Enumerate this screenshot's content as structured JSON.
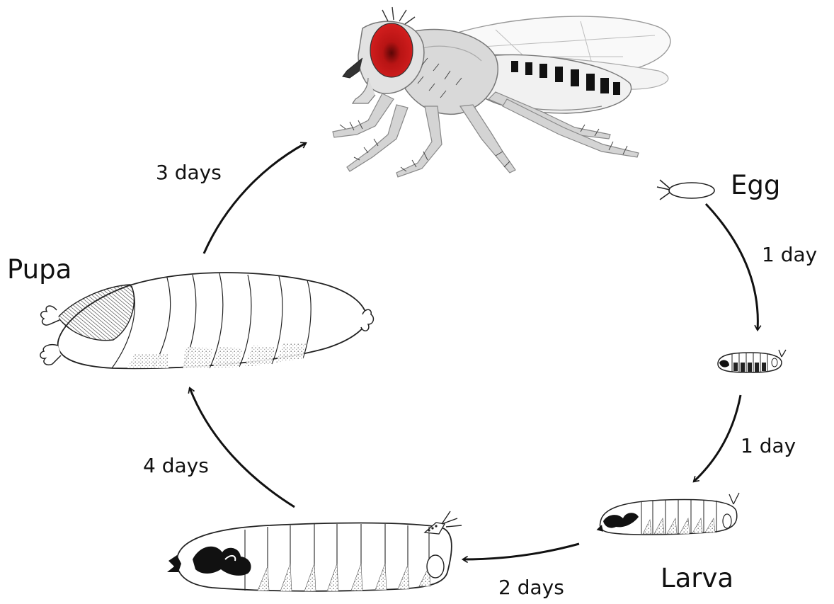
{
  "labels": {
    "egg": "Egg",
    "pupa": "Pupa",
    "larva": "Larva",
    "egg_to_larva1": "1 day",
    "larva1_to_larva2": "1 day",
    "larva2_to_larva3": "2 days",
    "larva3_to_pupa": "4 days",
    "pupa_to_adult": "3 days"
  },
  "colors": {
    "line": "#111111",
    "adult_body": "#d8d8d8",
    "adult_body_light": "#ececec",
    "eye": "#cc1a1a",
    "eye_center": "#6e0a0a",
    "stipple": "#9a9a9a"
  }
}
